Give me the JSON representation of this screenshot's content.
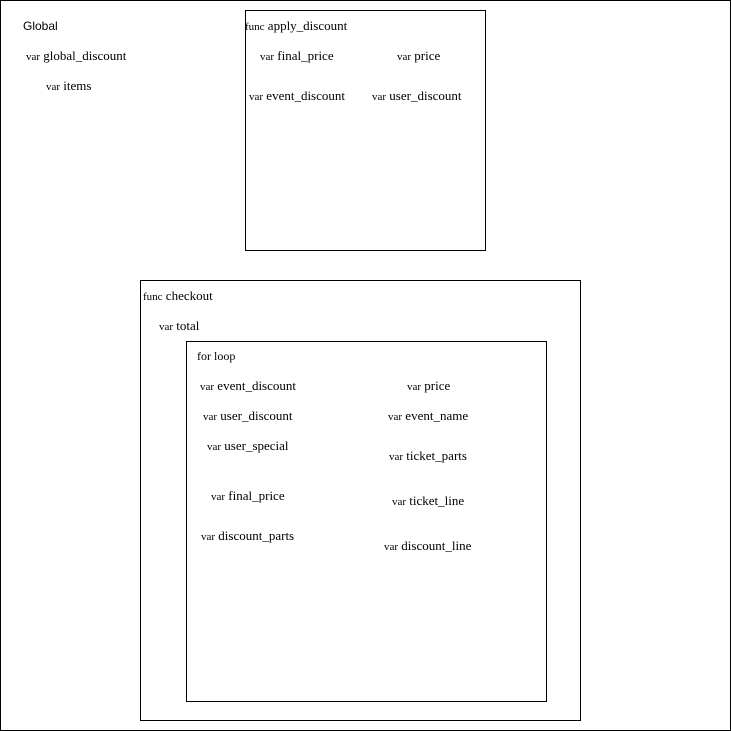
{
  "global": {
    "title": "Global",
    "vars": [
      {
        "kw": "var",
        "name": "global_discount"
      },
      {
        "kw": "var",
        "name": "items"
      }
    ]
  },
  "apply_discount": {
    "kw": "func",
    "name": "apply_discount",
    "vars": [
      {
        "kw": "var",
        "name": "final_price"
      },
      {
        "kw": "var",
        "name": "price"
      },
      {
        "kw": "var",
        "name": "event_discount"
      },
      {
        "kw": "var",
        "name": "user_discount"
      }
    ]
  },
  "checkout": {
    "kw": "func",
    "name": "checkout",
    "vars": [
      {
        "kw": "var",
        "name": "total"
      }
    ],
    "for_loop": {
      "title": "for loop",
      "vars": [
        {
          "kw": "var",
          "name": "event_discount"
        },
        {
          "kw": "var",
          "name": "price"
        },
        {
          "kw": "var",
          "name": "user_discount"
        },
        {
          "kw": "var",
          "name": "event_name"
        },
        {
          "kw": "var",
          "name": "user_special"
        },
        {
          "kw": "var",
          "name": "ticket_parts"
        },
        {
          "kw": "var",
          "name": "final_price"
        },
        {
          "kw": "var",
          "name": "ticket_line"
        },
        {
          "kw": "var",
          "name": "discount_parts"
        },
        {
          "kw": "var",
          "name": "discount_line"
        }
      ]
    }
  }
}
